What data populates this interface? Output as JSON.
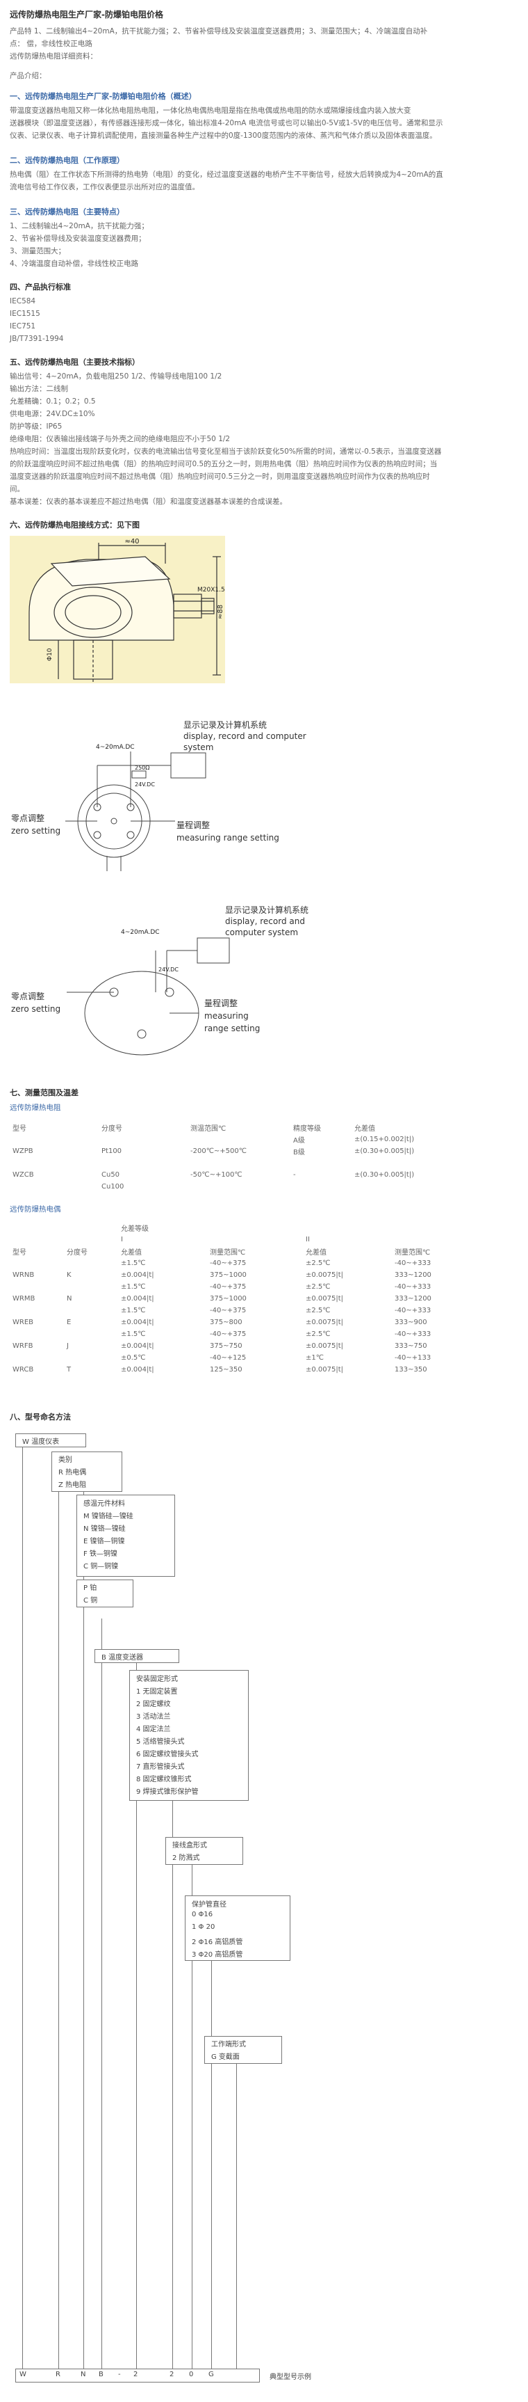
{
  "doc": {
    "title": "远传防爆热电阻生产厂家-防爆铂电阻价格",
    "intro_lines": [
      "产品特    1、二线制输出4~20mA，抗干扰能力强；2、节省补偿导线及安装温度变送器费用；3、测量范围大；4、冷端温度自动补",
      "点：      偿，非线性校正电路",
      "远传防爆热电阻详细资料："
    ],
    "intro_label": "产品介绍：",
    "s1_title": "一、远传防爆热电阻生产厂家-防爆铂电阻价格（概述）",
    "s1_body": [
      "带温度变送器热电阻又称一体化热电阻热电阻，一体化热电偶热电阻是指在热电偶或热电阻的防水或隔爆接线盒内装入放大变",
      "送器模块（即温度变送器），有传感器连接形成一体化，输出标准4-20mA 电流信号或也可以输出0-5V或1-5V的电压信号。通常和显示",
      "仪表、记录仪表、电子计算机调配使用，直接测量各种生产过程中的0度-1300度范围内的液体、蒸汽和气体介质以及固体表面温度。"
    ],
    "s2_title": "二、远传防爆热电阻（工作原理）",
    "s2_body": [
      "热电偶（阻）在工作状态下所测得的热电势（电阻）的变化，经过温度变送器的电桥产生不平衡信号，经放大后转换成为4~20mA的直",
      "流电信号给工作仪表，工作仪表便显示出所对应的温度值。"
    ],
    "s3_title": "三、远传防爆热电阻（主要特点）",
    "s3_items": [
      "1、二线制输出4~20mA，抗干扰能力强；",
      "2、节省补偿导线及安装温度变送器费用；",
      "3、测量范围大；",
      "4、冷端温度自动补偿，非线性校正电路"
    ],
    "s4_title": "四、产品执行标准",
    "s4_items": [
      "IEC584",
      "IEC1515",
      "IEC751",
      "JB/T7391-1994"
    ],
    "s5_title": "五、远传防爆热电阻（主要技术指标）",
    "s5_items": [
      "输出信号：4~20mA，负载电阻250 1/2、传输导线电阻100 1/2",
      "输出方法：二线制",
      "允差精确：0.1；0.2；0.5",
      "供电电源：24V.DC±10%",
      "防护等级：IP65",
      "绝缘电阻：仪表输出接线端子与外壳之间的绝缘电阻应不小于50 1/2",
      "热响应时间：当温度出现阶跃变化时，仪表的电流输出信号变化至相当于该阶跃变化50%所需的时间，通常以-0.5表示，当温度变送器",
      "的阶跃温度响应时间不超过热电偶（阻）的热响应时间可0.5的五分之一时，则用热电偶（阻）热响应时间作为仪表的热响应时间；当",
      "温度变送器的阶跃温度响应时间不超过热电偶（阻）热响应时间可0.5三分之一时，则用温度变送器热响应时间作为仪表的热响应时",
      "间。",
      "基本误差：仪表的基本误差应不超过热电偶（阻）和温度变送器基本误差的合成误差。"
    ],
    "s6_title": "六、远传防爆热电阻接线方式：见下图",
    "drawing": {
      "dim_top": "≈40",
      "dim_side": "≈88",
      "dim_d": "Φ10",
      "dim_m": "M20X1.5"
    },
    "wiring1": {
      "source": "4~20mA.DC",
      "load": "250Ω",
      "supply": "24V.DC",
      "display_cn": "显示记录及计算机系统",
      "display_en_1": "display, record and computer",
      "display_en_2": "system",
      "zero_cn": "零点调整",
      "zero_en": "zero  setting",
      "range_cn": "量程调整",
      "range_en": "measuring range setting"
    },
    "wiring2": {
      "source": "4~20mA.DC",
      "supply": "24V.DC",
      "display_cn": "显示记录及计算机系统",
      "display_en_1": "display, record and",
      "display_en_2": "computer system",
      "zero_cn": "零点调整",
      "zero_en": "zero setting",
      "range_cn": "量程调整",
      "range_en_1": "measuring",
      "range_en_2": "range setting"
    },
    "s7_title": "七、测量范围及温差",
    "s7_sub1": "远传防爆热电阻",
    "tbl1": {
      "headers": [
        "型号",
        "分度号",
        "测温范围℃",
        "精度等级",
        "允差值"
      ],
      "rows": [
        [
          "",
          "",
          "",
          "A级",
          "±(0.15+0.002|t|)"
        ],
        [
          "WZPB",
          "Pt100",
          "-200℃~+500℃",
          "B级",
          "±(0.30+0.005|t|)"
        ],
        [
          "",
          "",
          "",
          "",
          ""
        ],
        [
          "WZCB",
          "Cu50",
          "-50℃~+100℃",
          "-",
          "±(0.30+0.005|t|)"
        ],
        [
          "",
          "Cu100",
          "",
          "",
          ""
        ]
      ]
    },
    "s7_sub2": "远传防爆热电偶",
    "tbl2": {
      "group_header": "允差等级",
      "level1": "I",
      "level2": "II",
      "headers": [
        "型号",
        "分度号",
        "允差值",
        "测量范围℃",
        "允差值",
        "测量范围℃"
      ],
      "rows": [
        [
          "",
          "",
          "±1.5℃",
          "-40~+375",
          "±2.5℃",
          "-40~+333"
        ],
        [
          "WRNB",
          "K",
          "±0.004|t|",
          "375~1000",
          "±0.0075|t|",
          "333~1200"
        ],
        [
          "",
          "",
          "±1.5℃",
          "-40~+375",
          "±2.5℃",
          "-40~+333"
        ],
        [
          "WRMB",
          "N",
          "±0.004|t|",
          "375~1000",
          "±0.0075|t|",
          "333~1200"
        ],
        [
          "",
          "",
          "±1.5℃",
          "-40~+375",
          "±2.5℃",
          "-40~+333"
        ],
        [
          "WREB",
          "E",
          "±0.004|t|",
          "375~800",
          "±0.0075|t|",
          "333~900"
        ],
        [
          "",
          "",
          "±1.5℃",
          "-40~+375",
          "±2.5℃",
          "-40~+333"
        ],
        [
          "WRFB",
          "J",
          "±0.004|t|",
          "375~750",
          "±0.0075|t|",
          "333~750"
        ],
        [
          "",
          "",
          "±0.5℃",
          "-40~+125",
          "±1℃",
          "-40~+133"
        ],
        [
          "WRCB",
          "T",
          "±0.004|t|",
          "125~350",
          "±0.0075|t|",
          "133~350"
        ]
      ]
    },
    "s8_title": "八、型号命名方法",
    "model": {
      "l1": "W  温度仪表",
      "l2": [
        "类别",
        "R  热电偶",
        "Z  热电阻"
      ],
      "l3": [
        "感温元件材料",
        "M  镍铬硅—镍硅",
        "N  镍铬—镍硅",
        "E  镍铬—铜镍",
        "F  铁—铜镍",
        "C  铜—铜镍"
      ],
      "l4": [
        "P  铂",
        "C  铜"
      ],
      "l5": "B  温度变送器",
      "l6": [
        "安装固定形式",
        "1  无固定装置",
        "2  固定螺纹",
        "3  活动法兰",
        "4  固定法兰",
        "5  活络管接头式",
        "6  固定螺纹管接头式",
        "7  直形管接头式",
        "8  固定螺纹锥形式",
        "9  焊接式锥形保护管"
      ],
      "l7": [
        "接线盒形式",
        "2  防溅式"
      ],
      "l8": [
        "保护管直径",
        "0  Φ16",
        "1  Φ 20",
        "2  Φ16  高铝质管",
        "3  Φ20  高铝质管"
      ],
      "l9": [
        "工作端形式",
        "G  变截面"
      ],
      "bottom_codes": [
        "W",
        "R",
        "N",
        "B",
        "-",
        "2",
        "2",
        "0",
        "G"
      ],
      "bottom_label": "典型型号示例"
    }
  }
}
